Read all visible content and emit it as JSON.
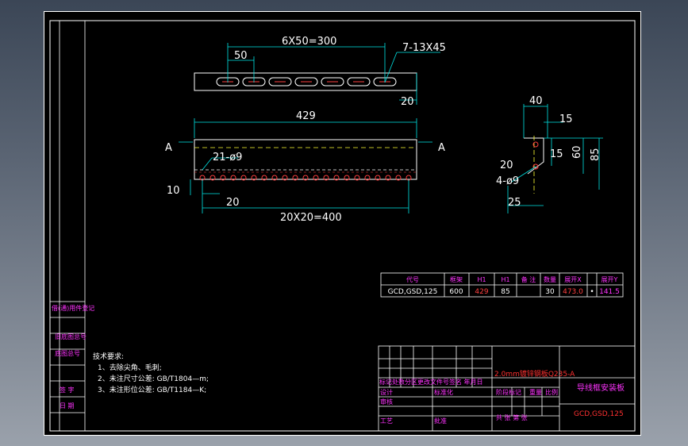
{
  "views": {
    "top": {
      "overall_pitch": "6X50=300",
      "pitch": "50",
      "slots": "7-13X45",
      "edge": "20"
    },
    "front": {
      "length": "429",
      "section_left": "A",
      "section_right": "A",
      "holes": "21-ø9",
      "edge_offset": "10",
      "first_hole": "20",
      "hole_pitch": "20X20=400"
    },
    "side": {
      "width": "40",
      "offset": "15",
      "slot_offset": "15",
      "height_inner": "60",
      "height_total": "85",
      "bottom_hole": "20",
      "holes": "4-ø9",
      "bottom": "25"
    }
  },
  "spec_table": {
    "headers": [
      "代号",
      "框架",
      "H1",
      "H1",
      "备 注",
      "数量",
      "展开X",
      "",
      "展开Y"
    ],
    "row": [
      "GCD,GSD,125",
      "600",
      "429",
      "85",
      "",
      "30",
      "473.0",
      "•",
      "141.5"
    ]
  },
  "left_labels": [
    "借(通)用件登记",
    "旧底图总号",
    "底图总号",
    "签 字",
    "日 期"
  ],
  "tech_requirements": {
    "title": "技术要求:",
    "items": [
      "1、去除尖角、毛刺;",
      "2、未注尺寸公差: GB/T1804—m;",
      "3、未注形位公差: GB/T1184—K;"
    ]
  },
  "title_block": {
    "revision_header": "标记处数分区更改文件号签名 年月日",
    "material": "2.0mm镀锌钢板Q235-A",
    "part_name": "导线框安装板",
    "drawing_number": "GCD,GSD,125",
    "stage_mark": "阶段标记",
    "weight": "重量",
    "scale": "比例",
    "sheets": "共   张 第   张",
    "roles": [
      "设计",
      "审核",
      "工艺"
    ],
    "role_extra": [
      "标准化",
      "批准"
    ]
  }
}
